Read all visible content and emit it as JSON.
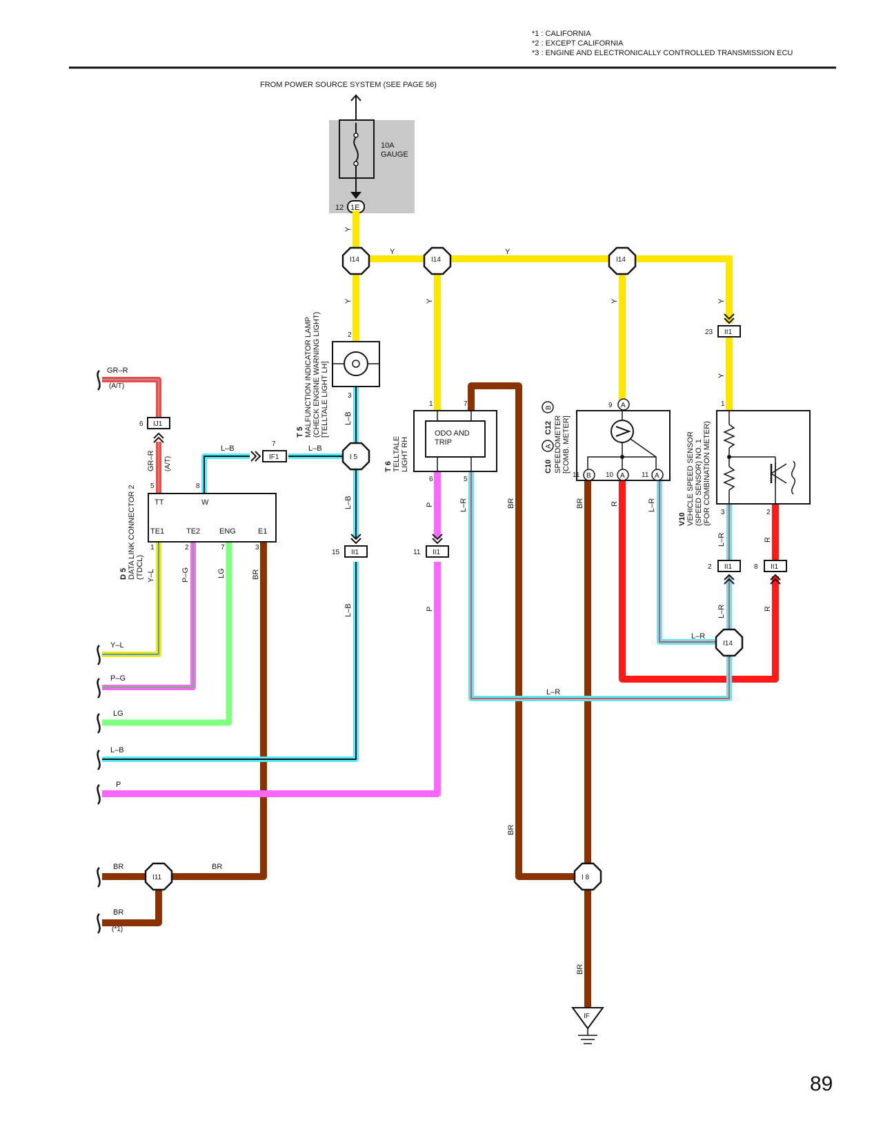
{
  "notes": {
    "n1": "*1  : CALIFORNIA",
    "n2": "*2  : EXCEPT CALIFORNIA",
    "n3": "*3  : ENGINE AND ELECTRONICALLY CONTROLLED TRANSMISSION ECU"
  },
  "power_source": "FROM POWER SOURCE SYSTEM (SEE PAGE 56)",
  "fuse": {
    "line1": "10A",
    "line2": "GAUGE",
    "pin": "12",
    "connector": "1E"
  },
  "colors": {
    "Y": "#ffe600",
    "BR": "#8b3300",
    "R": "#ff1a1a",
    "P": "#ff66ff",
    "LB_outer": "#55eaff",
    "LB_inner": "#111111",
    "LG": "#80ff80",
    "LR_outer": "#55eaff",
    "LR_inner": "#ff4444"
  },
  "wire_labels": {
    "Y": "Y",
    "LB": "L–B",
    "P": "P",
    "LR": "L–R",
    "BR": "BR",
    "R": "R",
    "YL": "Y–L",
    "PG": "P–G",
    "LG": "LG",
    "GRR": "GR–R",
    "AT": "(A/T)",
    "star1": "(*1)"
  },
  "junctions": {
    "I14": "I14",
    "I5": "I 5",
    "I8": "I 8",
    "I11": "I11",
    "IF": "IF",
    "II1": "II1",
    "IF1": "IF1",
    "IJ1": "IJ1"
  },
  "pins": {
    "p1": "1",
    "p2": "2",
    "p3": "3",
    "p5": "5",
    "p6": "6",
    "p7": "7",
    "p8": "8",
    "p9": "9",
    "p10": "10",
    "p11": "11",
    "p15": "15",
    "p23": "23"
  },
  "t5": {
    "code": "T 5",
    "l1": "MALFUNCTION INDICATOR LAMP",
    "l2": "(CHECK ENGINE WARNING LIGHT)",
    "l3": "[TELLTALE LIGHT LH]"
  },
  "t6": {
    "code": "T 6",
    "l1": "TELLTALE",
    "l2": "LIGHT RH",
    "inner1": "ODO AND",
    "inner2": "TRIP"
  },
  "c10": {
    "code1": "C10",
    "code2": "C12",
    "markA": "A",
    "markB": "B",
    "l1": "SPEEDOMETER",
    "l2": "[COMB. METER]"
  },
  "v10": {
    "code": "V10",
    "l1": "VEHICLE SPEED SENSOR",
    "l2": "(SPEED SENSOR) NO. 1",
    "l3": "(FOR COMBINATION METER)"
  },
  "d5": {
    "code": "D 5",
    "l1": "DATA LINK CONNECTOR 2",
    "l2": "(TDCL)",
    "TT": "TT",
    "W": "W",
    "TE1": "TE1",
    "TE2": "TE2",
    "ENG": "ENG",
    "E1": "E1"
  },
  "page_number": "89"
}
